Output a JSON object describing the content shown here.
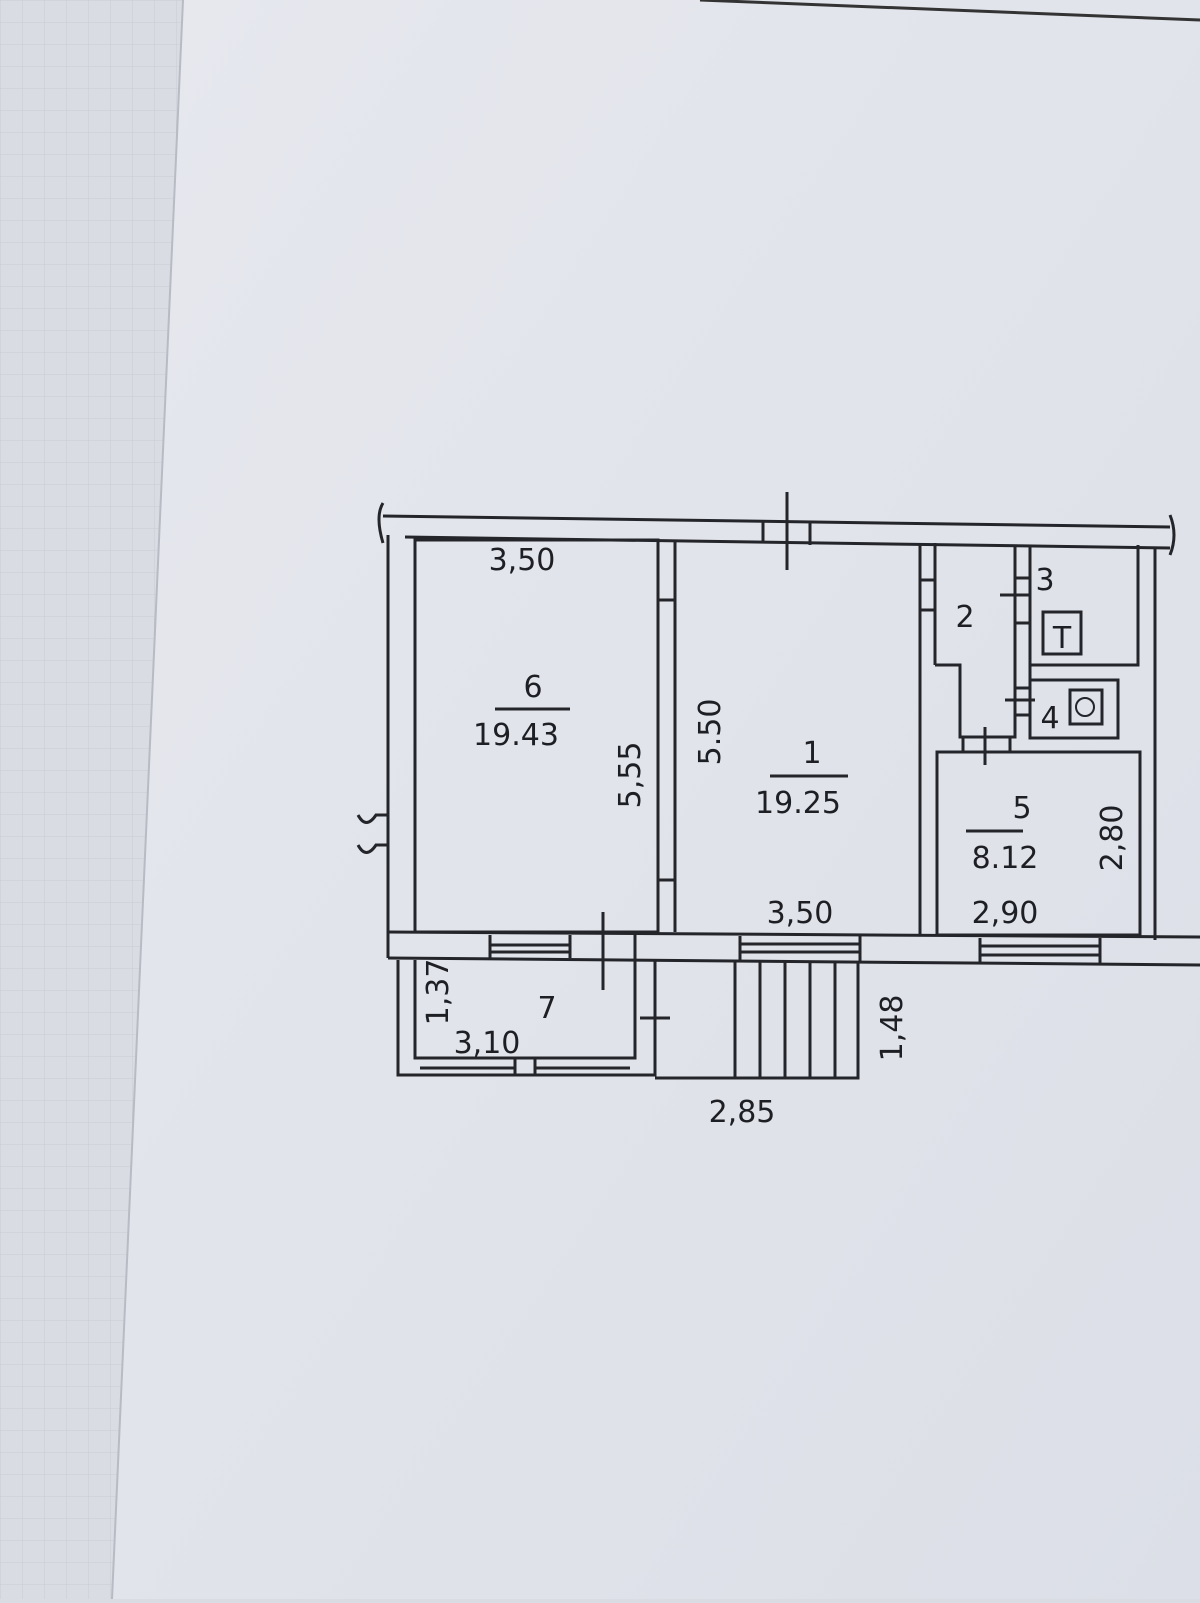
{
  "plan": {
    "rooms": [
      {
        "number": "6",
        "area": "19.43",
        "width": "3,50",
        "length": "5,55"
      },
      {
        "number": "1",
        "area": "19.25",
        "width": "3,50",
        "length": "5.50"
      },
      {
        "number": "2"
      },
      {
        "number": "3"
      },
      {
        "number": "4"
      },
      {
        "number": "5",
        "area": "8.12",
        "width": "2,90",
        "length": "2,80"
      },
      {
        "number": "7",
        "width": "3,10",
        "length": "1,37"
      }
    ],
    "stairs": {
      "width": "2,85",
      "length": "1,48"
    },
    "fixtures": {
      "toilet_symbol": "T"
    }
  }
}
